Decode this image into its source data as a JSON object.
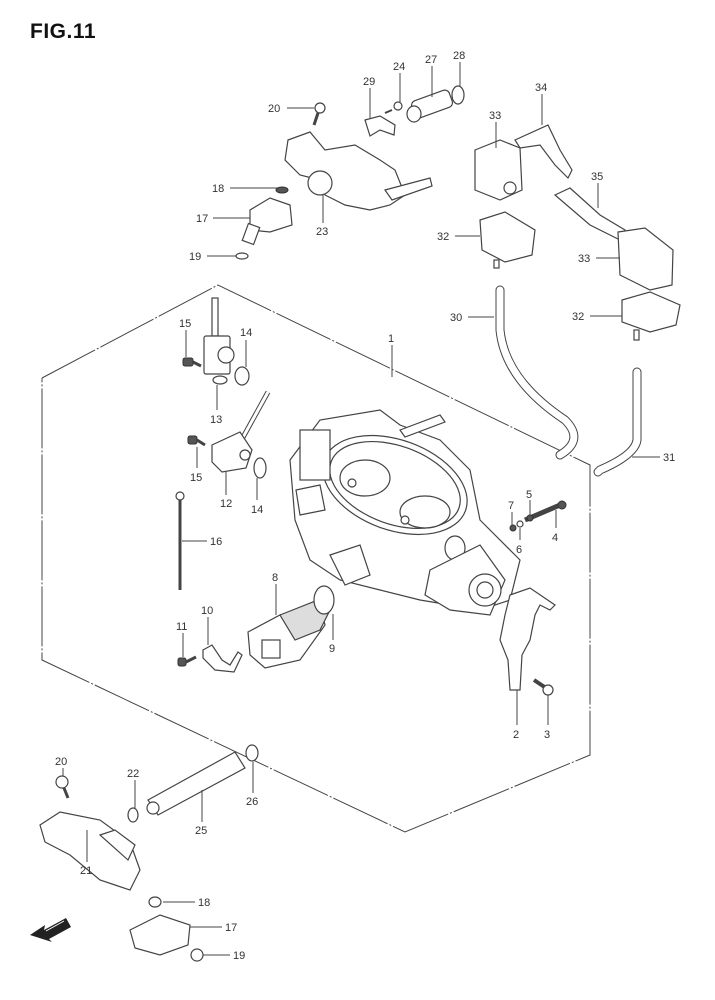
{
  "figure": {
    "title": "FIG.11",
    "subject": "Throttle body assembly exploded parts diagram"
  },
  "callouts": [
    {
      "id": "c1",
      "label": "1"
    },
    {
      "id": "c2",
      "label": "2"
    },
    {
      "id": "c3",
      "label": "3"
    },
    {
      "id": "c4",
      "label": "4"
    },
    {
      "id": "c5",
      "label": "5"
    },
    {
      "id": "c6",
      "label": "6"
    },
    {
      "id": "c7",
      "label": "7"
    },
    {
      "id": "c8",
      "label": "8"
    },
    {
      "id": "c9",
      "label": "9"
    },
    {
      "id": "c10",
      "label": "10"
    },
    {
      "id": "c11",
      "label": "11"
    },
    {
      "id": "c12",
      "label": "12"
    },
    {
      "id": "c13",
      "label": "13"
    },
    {
      "id": "c14a",
      "label": "14"
    },
    {
      "id": "c14b",
      "label": "14"
    },
    {
      "id": "c15a",
      "label": "15"
    },
    {
      "id": "c15b",
      "label": "15"
    },
    {
      "id": "c16",
      "label": "16"
    },
    {
      "id": "c17a",
      "label": "17"
    },
    {
      "id": "c17b",
      "label": "17"
    },
    {
      "id": "c18a",
      "label": "18"
    },
    {
      "id": "c18b",
      "label": "18"
    },
    {
      "id": "c19a",
      "label": "19"
    },
    {
      "id": "c19b",
      "label": "19"
    },
    {
      "id": "c20",
      "label": "20"
    },
    {
      "id": "c21",
      "label": "21"
    },
    {
      "id": "c22",
      "label": "22"
    },
    {
      "id": "c23",
      "label": "23"
    },
    {
      "id": "c24",
      "label": "24"
    },
    {
      "id": "c25",
      "label": "25"
    },
    {
      "id": "c26",
      "label": "26"
    },
    {
      "id": "c27",
      "label": "27"
    },
    {
      "id": "c28",
      "label": "28"
    },
    {
      "id": "c29",
      "label": "29"
    },
    {
      "id": "c30",
      "label": "30"
    },
    {
      "id": "c31",
      "label": "31"
    },
    {
      "id": "c32a",
      "label": "32"
    },
    {
      "id": "c32b",
      "label": "32"
    },
    {
      "id": "c33a",
      "label": "33"
    },
    {
      "id": "c33b",
      "label": "33"
    },
    {
      "id": "c34",
      "label": "34"
    },
    {
      "id": "c35",
      "label": "35"
    },
    {
      "id": "c20b",
      "label": "20"
    }
  ],
  "direction_arrow": {
    "icon": "front-direction-arrow-icon"
  }
}
